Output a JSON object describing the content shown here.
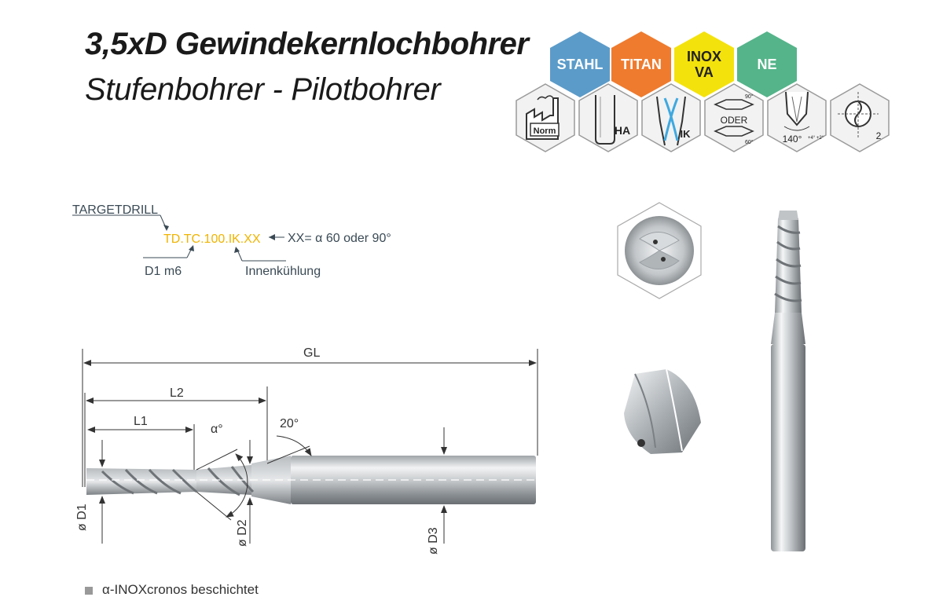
{
  "title": {
    "line1": "3,5xD Gewindekernlochbohrer",
    "line2": "Stufenbohrer - Pilotbohrer"
  },
  "materials": [
    {
      "label": "STAHL",
      "color": "#5b9bc9"
    },
    {
      "label": "TITAN",
      "color": "#ef7b2e"
    },
    {
      "label": "INOX VA",
      "color": "#f4e20c",
      "text_color": "#222222"
    },
    {
      "label": "NE",
      "color": "#55b48a"
    }
  ],
  "feature_icons": [
    {
      "name": "norm-icon",
      "label": "Norm"
    },
    {
      "name": "ha-shank-icon",
      "label": "HA"
    },
    {
      "name": "ik-coolant-icon",
      "label": "IK"
    },
    {
      "name": "angle-oder-icon",
      "label": "ODER",
      "a1": "90°",
      "a2": "60°"
    },
    {
      "name": "point-angle-icon",
      "label": "140°",
      "tol": "+4° +2°"
    },
    {
      "name": "flutes-icon",
      "label": "2"
    }
  ],
  "code": {
    "brand": "TARGETDRILL",
    "article": "TD.TC.100.IK.XX",
    "xx_note": "XX= α 60 oder 90°",
    "d1_note": "D1 m6",
    "ik_note": "Innenkühlung"
  },
  "dimensions": {
    "gl": "GL",
    "l2": "L2",
    "l1": "L1",
    "alpha": "α°",
    "angle20": "20°",
    "d1": "ø D1",
    "d2": "ø D2",
    "d3": "ø D3"
  },
  "footnote": "α-INOXcronos beschichtet",
  "colors": {
    "article": "#f0b400",
    "hex_border": "#9a9a9a"
  }
}
